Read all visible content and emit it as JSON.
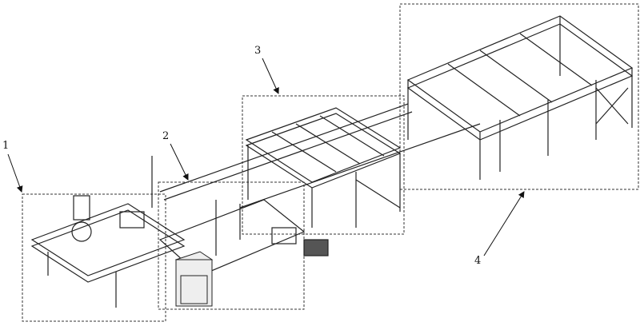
{
  "labels": [
    "1",
    "2",
    "3",
    "4"
  ],
  "colors": {
    "line": "#222222",
    "dashed": "#333333",
    "panel": "#eeeeee"
  }
}
